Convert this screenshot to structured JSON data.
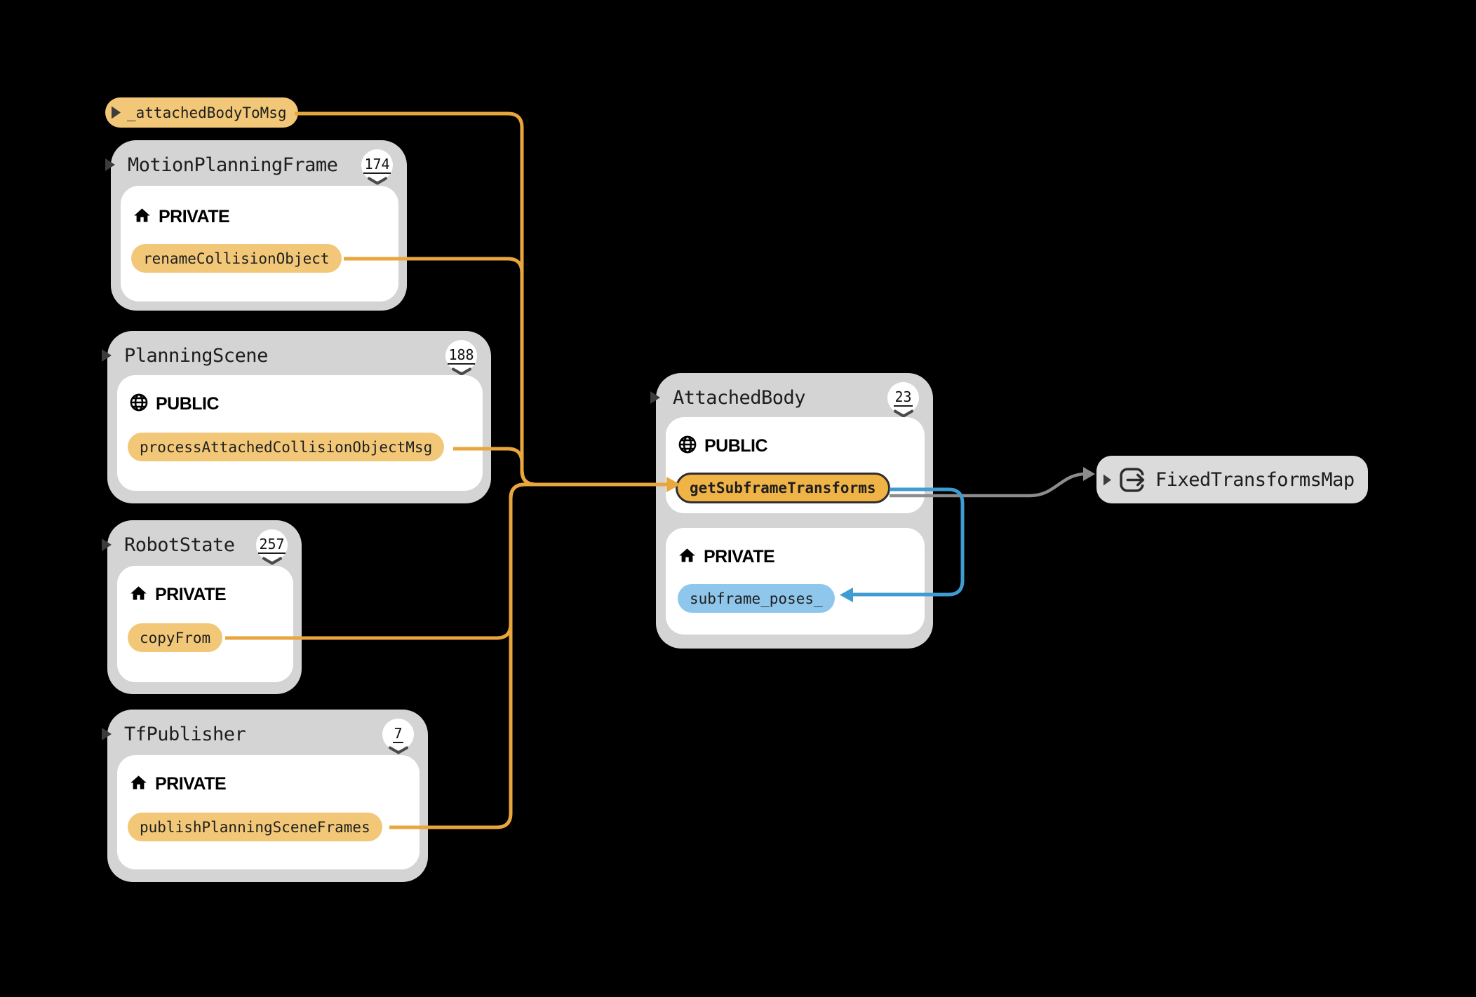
{
  "canvas": {
    "background": "#000000"
  },
  "colors": {
    "container_bg": "#D4D4D4",
    "panel_bg": "#FFFFFF",
    "symbol_pill_bg": "#F2C878",
    "selected_pill_bg": "#F0B446",
    "selected_pill_border": "#2D2D2D",
    "field_pill_bg": "#8FC7EC",
    "call_edge": "#E9A63C",
    "field_edge": "#3F9BD2",
    "type_edge": "#8C8C8C",
    "type_node_bg": "#DBDBDB"
  },
  "icons": {
    "expand": "triangle-right",
    "badge_collapse": "chevron-down",
    "private": "home",
    "public": "globe",
    "type": "arrow-through-box"
  },
  "standalone_symbol": {
    "label": "_attachedBodyToMsg"
  },
  "nodes": [
    {
      "title": "MotionPlanningFrame",
      "count": "174",
      "sections": [
        {
          "label": "PRIVATE",
          "members": [
            "renameCollisionObject"
          ]
        }
      ]
    },
    {
      "title": "PlanningScene",
      "count": "188",
      "sections": [
        {
          "label": "PUBLIC",
          "members": [
            "processAttachedCollisionObjectMsg"
          ]
        }
      ]
    },
    {
      "title": "RobotState",
      "count": "257",
      "sections": [
        {
          "label": "PRIVATE",
          "members": [
            "copyFrom"
          ]
        }
      ]
    },
    {
      "title": "TfPublisher",
      "count": "7",
      "sections": [
        {
          "label": "PRIVATE",
          "members": [
            "publishPlanningSceneFrames"
          ]
        }
      ]
    },
    {
      "title": "AttachedBody",
      "count": "23",
      "sections": [
        {
          "label": "PUBLIC",
          "members": [
            "getSubframeTransforms"
          ]
        },
        {
          "label": "PRIVATE",
          "members": [
            "subframe_poses_"
          ]
        }
      ]
    }
  ],
  "type_node": {
    "label": "FixedTransformsMap"
  },
  "edges": [
    {
      "from": "_attachedBodyToMsg",
      "to": "getSubframeTransforms",
      "kind": "call"
    },
    {
      "from": "renameCollisionObject",
      "to": "getSubframeTransforms",
      "kind": "call"
    },
    {
      "from": "processAttachedCollisionObjectMsg",
      "to": "getSubframeTransforms",
      "kind": "call"
    },
    {
      "from": "copyFrom",
      "to": "getSubframeTransforms",
      "kind": "call"
    },
    {
      "from": "publishPlanningSceneFrames",
      "to": "getSubframeTransforms",
      "kind": "call"
    },
    {
      "from": "getSubframeTransforms",
      "to": "subframe_poses_",
      "kind": "field-access"
    },
    {
      "from": "getSubframeTransforms",
      "to": "FixedTransformsMap",
      "kind": "type"
    }
  ]
}
